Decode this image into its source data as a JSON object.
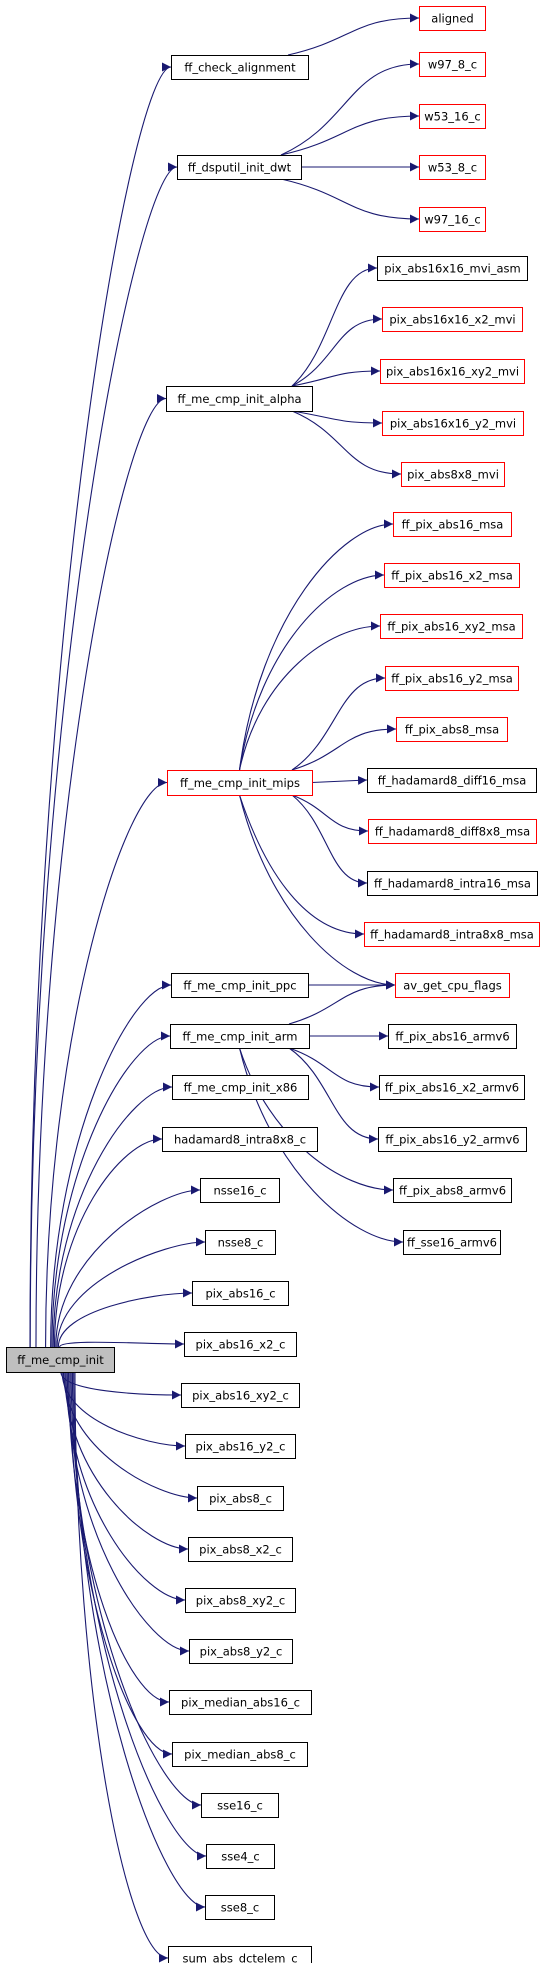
{
  "diagram": {
    "colors": {
      "edge": "#191970",
      "border_black": "#000000",
      "border_red": "#ff0000",
      "root_fill": "#bfbfbf",
      "node_fill": "#ffffff"
    },
    "nodes": [
      {
        "id": "root",
        "label": "ff_me_cmp_init",
        "border": "black",
        "current": true
      },
      {
        "id": "n_check",
        "label": "ff_check_alignment",
        "border": "black"
      },
      {
        "id": "n_aligned",
        "label": "aligned",
        "border": "red"
      },
      {
        "id": "n_dwt",
        "label": "ff_dsputil_init_dwt",
        "border": "black"
      },
      {
        "id": "n_w97_8",
        "label": "w97_8_c",
        "border": "red"
      },
      {
        "id": "n_w53_16",
        "label": "w53_16_c",
        "border": "red"
      },
      {
        "id": "n_w53_8",
        "label": "w53_8_c",
        "border": "red"
      },
      {
        "id": "n_w97_16",
        "label": "w97_16_c",
        "border": "red"
      },
      {
        "id": "n_alpha",
        "label": "ff_me_cmp_init_alpha",
        "border": "black"
      },
      {
        "id": "n_a1",
        "label": "pix_abs16x16_mvi_asm",
        "border": "black"
      },
      {
        "id": "n_a2",
        "label": "pix_abs16x16_x2_mvi",
        "border": "red"
      },
      {
        "id": "n_a3",
        "label": "pix_abs16x16_xy2_mvi",
        "border": "red"
      },
      {
        "id": "n_a4",
        "label": "pix_abs16x16_y2_mvi",
        "border": "red"
      },
      {
        "id": "n_a5",
        "label": "pix_abs8x8_mvi",
        "border": "red"
      },
      {
        "id": "n_mips",
        "label": "ff_me_cmp_init_mips",
        "border": "red"
      },
      {
        "id": "n_m1",
        "label": "ff_pix_abs16_msa",
        "border": "red"
      },
      {
        "id": "n_m2",
        "label": "ff_pix_abs16_x2_msa",
        "border": "red"
      },
      {
        "id": "n_m3",
        "label": "ff_pix_abs16_xy2_msa",
        "border": "red"
      },
      {
        "id": "n_m4",
        "label": "ff_pix_abs16_y2_msa",
        "border": "red"
      },
      {
        "id": "n_m5",
        "label": "ff_pix_abs8_msa",
        "border": "red"
      },
      {
        "id": "n_m6",
        "label": "ff_hadamard8_diff16_msa",
        "border": "black"
      },
      {
        "id": "n_m7",
        "label": "ff_hadamard8_diff8x8_msa",
        "border": "red"
      },
      {
        "id": "n_m8",
        "label": "ff_hadamard8_intra16_msa",
        "border": "black"
      },
      {
        "id": "n_m9",
        "label": "ff_hadamard8_intra8x8_msa",
        "border": "red"
      },
      {
        "id": "n_ppc",
        "label": "ff_me_cmp_init_ppc",
        "border": "black"
      },
      {
        "id": "n_cpu",
        "label": "av_get_cpu_flags",
        "border": "red"
      },
      {
        "id": "n_arm",
        "label": "ff_me_cmp_init_arm",
        "border": "black"
      },
      {
        "id": "n_r1",
        "label": "ff_pix_abs16_armv6",
        "border": "black"
      },
      {
        "id": "n_r2",
        "label": "ff_pix_abs16_x2_armv6",
        "border": "black"
      },
      {
        "id": "n_r3",
        "label": "ff_pix_abs16_y2_armv6",
        "border": "black"
      },
      {
        "id": "n_r4",
        "label": "ff_pix_abs8_armv6",
        "border": "black"
      },
      {
        "id": "n_r5",
        "label": "ff_sse16_armv6",
        "border": "black"
      },
      {
        "id": "n_x86",
        "label": "ff_me_cmp_init_x86",
        "border": "black"
      },
      {
        "id": "n_had",
        "label": "hadamard8_intra8x8_c",
        "border": "black"
      },
      {
        "id": "n_nsse16",
        "label": "nsse16_c",
        "border": "black"
      },
      {
        "id": "n_nsse8",
        "label": "nsse8_c",
        "border": "black"
      },
      {
        "id": "n_pa16",
        "label": "pix_abs16_c",
        "border": "black"
      },
      {
        "id": "n_pa16x2",
        "label": "pix_abs16_x2_c",
        "border": "black"
      },
      {
        "id": "n_pa16xy2",
        "label": "pix_abs16_xy2_c",
        "border": "black"
      },
      {
        "id": "n_pa16y2",
        "label": "pix_abs16_y2_c",
        "border": "black"
      },
      {
        "id": "n_pa8",
        "label": "pix_abs8_c",
        "border": "black"
      },
      {
        "id": "n_pa8x2",
        "label": "pix_abs8_x2_c",
        "border": "black"
      },
      {
        "id": "n_pa8xy2",
        "label": "pix_abs8_xy2_c",
        "border": "black"
      },
      {
        "id": "n_pa8y2",
        "label": "pix_abs8_y2_c",
        "border": "black"
      },
      {
        "id": "n_pm16",
        "label": "pix_median_abs16_c",
        "border": "black"
      },
      {
        "id": "n_pm8",
        "label": "pix_median_abs8_c",
        "border": "black"
      },
      {
        "id": "n_sse16",
        "label": "sse16_c",
        "border": "black"
      },
      {
        "id": "n_sse4",
        "label": "sse4_c",
        "border": "black"
      },
      {
        "id": "n_sse8",
        "label": "sse8_c",
        "border": "black"
      },
      {
        "id": "n_sum",
        "label": "sum_abs_dctelem_c",
        "border": "black"
      }
    ],
    "edges": [
      [
        "root",
        "n_check"
      ],
      [
        "root",
        "n_dwt"
      ],
      [
        "root",
        "n_alpha"
      ],
      [
        "root",
        "n_mips"
      ],
      [
        "root",
        "n_ppc"
      ],
      [
        "root",
        "n_arm"
      ],
      [
        "root",
        "n_x86"
      ],
      [
        "root",
        "n_had"
      ],
      [
        "root",
        "n_nsse16"
      ],
      [
        "root",
        "n_nsse8"
      ],
      [
        "root",
        "n_pa16"
      ],
      [
        "root",
        "n_pa16x2"
      ],
      [
        "root",
        "n_pa16xy2"
      ],
      [
        "root",
        "n_pa16y2"
      ],
      [
        "root",
        "n_pa8"
      ],
      [
        "root",
        "n_pa8x2"
      ],
      [
        "root",
        "n_pa8xy2"
      ],
      [
        "root",
        "n_pa8y2"
      ],
      [
        "root",
        "n_pm16"
      ],
      [
        "root",
        "n_pm8"
      ],
      [
        "root",
        "n_sse16"
      ],
      [
        "root",
        "n_sse4"
      ],
      [
        "root",
        "n_sse8"
      ],
      [
        "root",
        "n_sum"
      ],
      [
        "n_check",
        "n_aligned"
      ],
      [
        "n_dwt",
        "n_w97_8"
      ],
      [
        "n_dwt",
        "n_w53_16"
      ],
      [
        "n_dwt",
        "n_w53_8"
      ],
      [
        "n_dwt",
        "n_w97_16"
      ],
      [
        "n_alpha",
        "n_a1"
      ],
      [
        "n_alpha",
        "n_a2"
      ],
      [
        "n_alpha",
        "n_a3"
      ],
      [
        "n_alpha",
        "n_a4"
      ],
      [
        "n_alpha",
        "n_a5"
      ],
      [
        "n_mips",
        "n_m1"
      ],
      [
        "n_mips",
        "n_m2"
      ],
      [
        "n_mips",
        "n_m3"
      ],
      [
        "n_mips",
        "n_m4"
      ],
      [
        "n_mips",
        "n_m5"
      ],
      [
        "n_mips",
        "n_m6"
      ],
      [
        "n_mips",
        "n_m7"
      ],
      [
        "n_mips",
        "n_m8"
      ],
      [
        "n_mips",
        "n_m9"
      ],
      [
        "n_mips",
        "n_cpu"
      ],
      [
        "n_ppc",
        "n_cpu"
      ],
      [
        "n_arm",
        "n_cpu"
      ],
      [
        "n_arm",
        "n_r1"
      ],
      [
        "n_arm",
        "n_r2"
      ],
      [
        "n_arm",
        "n_r3"
      ],
      [
        "n_arm",
        "n_r4"
      ],
      [
        "n_arm",
        "n_r5"
      ]
    ]
  }
}
